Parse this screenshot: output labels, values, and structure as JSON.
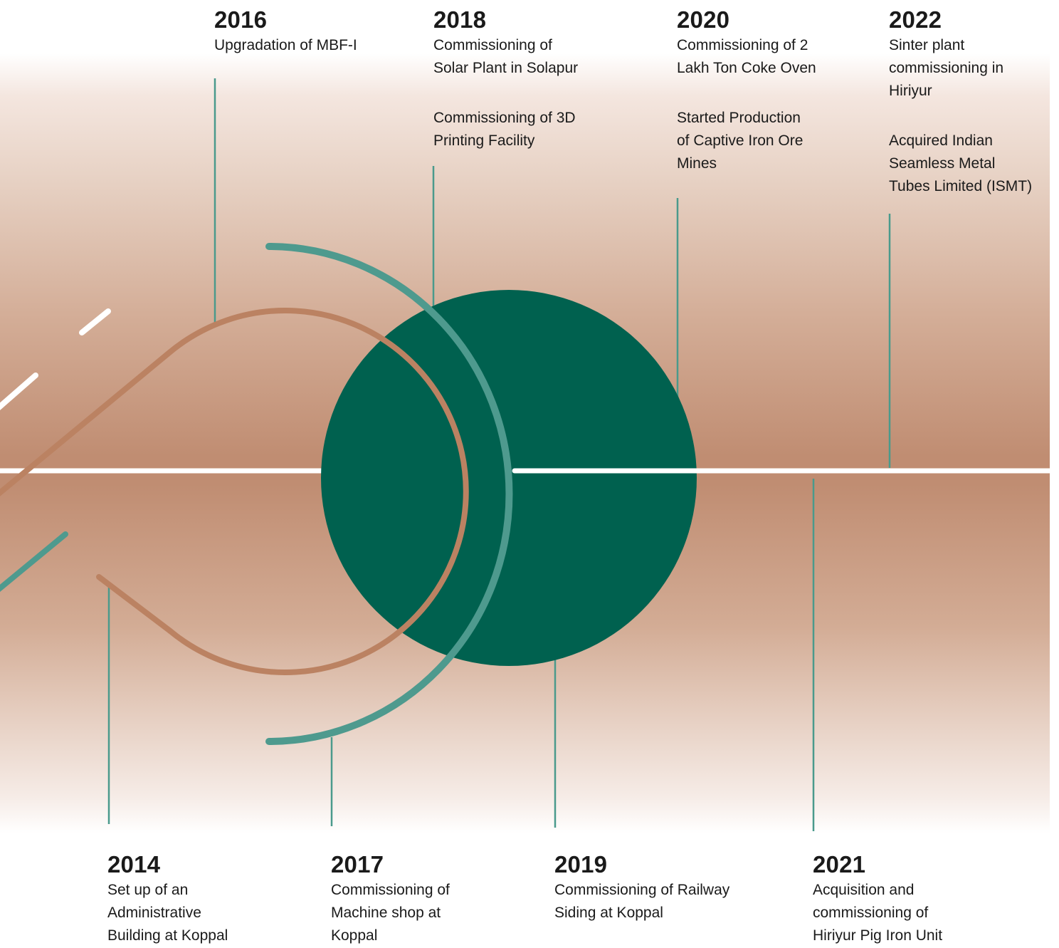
{
  "colors": {
    "background_top": "#ffffff",
    "band_center": "#c08d72",
    "timeline": "#ffffff",
    "connector": "#4a9a8c",
    "big_circle": "#00614f",
    "teal_arc": "#4e9a8e",
    "copper_loop": "#bb8262",
    "text": "#1a1a1a"
  },
  "milestones": [
    {
      "year": "2016",
      "events": [
        "Upgradation of MBF-I"
      ]
    },
    {
      "year": "2018",
      "events": [
        "Commissioning of\nSolar Plant in Solapur",
        "Commissioning of 3D\nPrinting Facility"
      ]
    },
    {
      "year": "2020",
      "events": [
        "Commissioning of 2\nLakh Ton Coke Oven",
        "Started Production\nof Captive Iron Ore\nMines"
      ]
    },
    {
      "year": "2022",
      "events": [
        "Sinter plant\ncommissioning in\nHiriyur",
        "Acquired Indian\nSeamless Metal\nTubes Limited (ISMT)"
      ]
    },
    {
      "year": "2014",
      "events": [
        "Set up  of an\nAdministrative\nBuilding at Koppal"
      ]
    },
    {
      "year": "2017",
      "events": [
        "Commissioning of\nMachine shop at\nKoppal"
      ]
    },
    {
      "year": "2019",
      "events": [
        "Commissioning of Railway\nSiding at Koppal"
      ]
    },
    {
      "year": "2021",
      "events": [
        "Acquisition and\ncommissioning of\nHiriyur Pig Iron Unit"
      ]
    }
  ]
}
